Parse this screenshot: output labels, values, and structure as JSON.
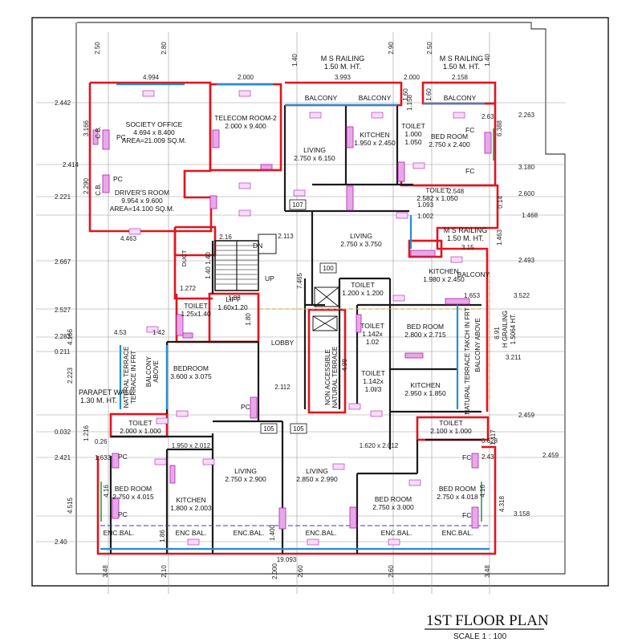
{
  "title": "1ST FLOOR PLAN",
  "scale": "SCALE 1 : 100",
  "colors": {
    "highlight": "#e0141e",
    "wall": "#1a1a1a",
    "glass": "#1f8fd6",
    "marker": "#d02fd0",
    "dim": "#333333",
    "grid": "#9a9a9a",
    "accent": "#e0a020"
  },
  "railings": [
    {
      "name": "M S RAILING",
      "height": "1.50 M. HT."
    },
    {
      "name": "M S RAILING",
      "height": "1.50 M. HT."
    },
    {
      "name": "M S RAILING",
      "height": "1.50 M. HT."
    }
  ],
  "rooms": [
    {
      "name": "SOCIETY OFFICE",
      "size": "4.694 x 8.400",
      "extra": "AREA=21.009 SQ.M."
    },
    {
      "name": "TELECOM ROOM-2",
      "size": "2.000 x 9.400"
    },
    {
      "name": "DRIVER'S ROOM",
      "size": "9.954 x 9.600",
      "extra": "AREA=14.100 SQ.M."
    },
    {
      "name": "BALCONY"
    },
    {
      "name": "BALCONY"
    },
    {
      "name": "BALCONY"
    },
    {
      "name": "LIVING",
      "size": "2.750 x 6.150"
    },
    {
      "name": "KITCHEN",
      "size": "1.950 x 2.450"
    },
    {
      "name": "TOILET",
      "size": "1.000",
      "extra": "1.050"
    },
    {
      "name": "BED ROOM",
      "size": "2.750 x 2.400"
    },
    {
      "name": "TOILET",
      "size": "2.582 x 1.050"
    },
    {
      "name": "LIVING",
      "size": "2.750 x 3.750"
    },
    {
      "name": "KITCHEN",
      "size": "1.980 x 2.450"
    },
    {
      "name": "BALCONY"
    },
    {
      "name": "TOILET",
      "size": "1.200 x 1.200"
    },
    {
      "name": "TOILET",
      "size": "1.25x1.40"
    },
    {
      "name": "LIFT",
      "size": "1.60x1.20"
    },
    {
      "name": "LOBBY"
    },
    {
      "name": "TOILET",
      "size": "1.142x",
      "extra": "1.02"
    },
    {
      "name": "TOILET",
      "size": "1.142x",
      "extra": "1.0l/3"
    },
    {
      "name": "BED ROOM",
      "size": "2.800 x 2.715"
    },
    {
      "name": "KITCHEN",
      "size": "2.950 x 1.850"
    },
    {
      "name": "BEDROOM",
      "size": "3.600 x 3.075"
    },
    {
      "name": "TOILET",
      "size": "2.000 x 1.000"
    },
    {
      "name": "TOILET",
      "size": "2.100 x 1.000"
    },
    {
      "name": "BED ROOM",
      "size": "2.750 x 4.015"
    },
    {
      "name": "KITCHEN",
      "size": "1.800 x 2.003"
    },
    {
      "name": "LIVING",
      "size": "2.750 x 2.900"
    },
    {
      "name": "LIVING",
      "size": "2.850 x 2.990"
    },
    {
      "name": "BED ROOM",
      "size": "2.750 x 3.000"
    },
    {
      "name": "BED ROOM",
      "size": "2.750 x 4.018"
    },
    {
      "name": "ENC.BAL."
    },
    {
      "name": "ENC BAL."
    },
    {
      "name": "ENC.BAL."
    },
    {
      "name": "ENC.BAL."
    },
    {
      "name": "ENC.BAL."
    },
    {
      "name": "ENC.BAL."
    },
    {
      "name": "ENC BAL."
    }
  ],
  "labels": {
    "balcony_above_left": [
      "BALCONY",
      "ABOVE"
    ],
    "terrace_left": [
      "NATURAL TERRACE",
      "TERRACE IN FRT"
    ],
    "terrace_center": [
      "NON ACCESSIBLE",
      "NATURAL TERRACE"
    ],
    "terrace_right": "NATURAL TERRACE TAKCH IN FRT",
    "balcony_above_right": "BALCONY ABOVE",
    "parapet": [
      "PARAPET WALL",
      "1.30 M. HT."
    ],
    "grailing": [
      "H GRAILING",
      "1.5064 HT."
    ],
    "cb1": "C.B.",
    "cb2": "C.B.",
    "up": "UP",
    "dn": "DN",
    "duct": "DUCT",
    "pc": "PC",
    "fc": "FC"
  },
  "unit_numbers": [
    "107",
    "100",
    "105",
    "105"
  ],
  "dims_top": [
    "2.50",
    "2.80",
    "1.40",
    "2.90",
    "2.50",
    "1.40",
    "4.994",
    "2.000",
    "3.993",
    "2.000",
    "2.158",
    "1.60",
    "1.60",
    "1.158"
  ],
  "dims_left": [
    "2.442",
    "2.414",
    "2.221",
    "2.667",
    "2.527",
    "2.283",
    "0.211",
    "0.032",
    "2.421",
    "2.40",
    "3.166",
    "2.290",
    "4.166",
    "2.223",
    "4.515",
    "1.216",
    "4.463",
    "4.53",
    "1 42",
    "0.26",
    "1.633"
  ],
  "dims_right": [
    "2.263",
    "3.180",
    "2.600",
    "1.468",
    "2.493",
    "3.522",
    "3.211",
    "2.459",
    "2.459",
    "3.158",
    "6.388",
    "4.318",
    "1.117",
    "6.91",
    "1.653",
    "0.628",
    "2.63",
    "2.43",
    "1.463",
    "0.14",
    "1.093",
    "1.002",
    "2.548",
    "3.15"
  ],
  "dims_bottom": [
    "3.48",
    "2.10",
    "2.000",
    "2.60",
    "2.60",
    "3.48",
    "19.093"
  ],
  "dims_inner": [
    "2.113",
    "2.112",
    "1.950 x 2.012",
    "1.620 x 2.012",
    "4.98",
    "7.465",
    "1.272",
    "1.83",
    "2.16",
    "1.80",
    "4.16",
    "1.86",
    "1.400",
    "4.16",
    "1.40",
    "1.40"
  ]
}
